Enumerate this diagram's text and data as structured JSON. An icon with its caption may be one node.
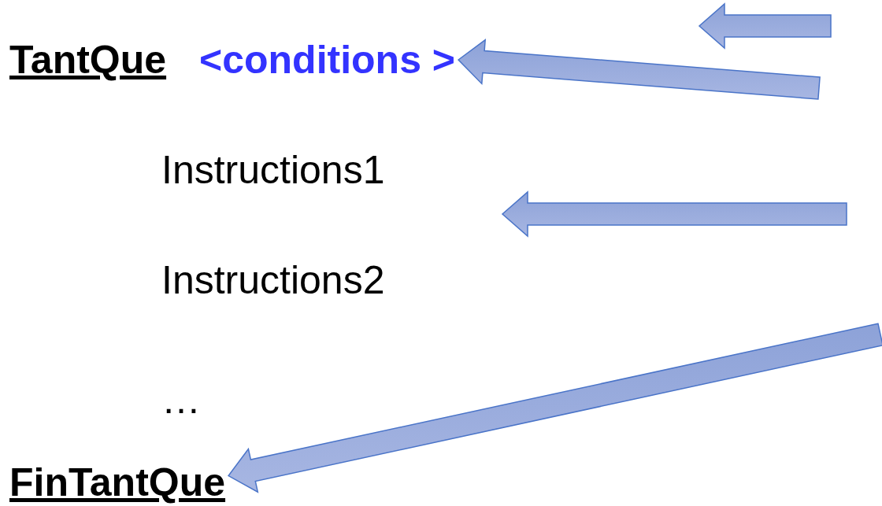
{
  "diagram": {
    "nodes": [
      {
        "text": [
          "<conditions >"
        ]
      },
      {
        "text": [
          "FinTantQue"
        ]
      }
    ],
    "edges": [
      {
        "from": null,
        "to": 0,
        "arrow": "to"
      },
      {
        "from": null,
        "to": 1,
        "arrow": "to"
      }
    ],
    "labels": [
      "TantQue",
      "Instructions1",
      "Instructions2",
      "…"
    ]
  }
}
